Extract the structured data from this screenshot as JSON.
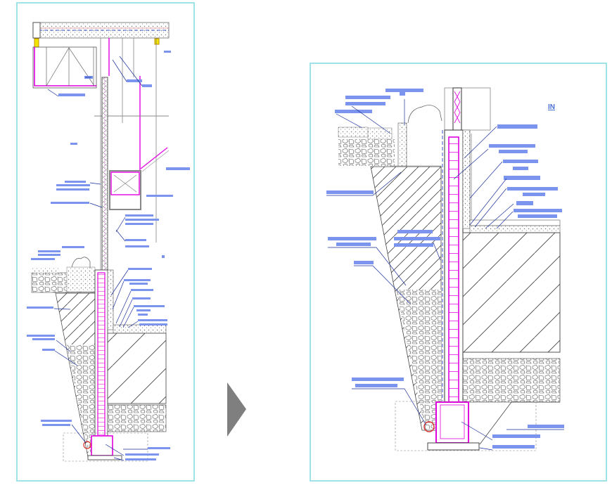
{
  "figure": {
    "type": "architectural wall section detail (before / after)",
    "colors": {
      "panel_border": "#9fe3e6",
      "rebar": "#e000e0",
      "leader": "#1a2f9c",
      "label_block": "#7b95ee",
      "linework": "#555555",
      "arrow": "#7f7f7f",
      "callout_circle": "#d9302c",
      "yellow_bracket": "#f2e600"
    },
    "left_panel": {
      "name": "full wall section",
      "labels_count": 38,
      "labels_legible": false
    },
    "arrow": {
      "direction": "right",
      "icon": "triangle-right"
    },
    "right_panel": {
      "name": "enlarged foundation detail",
      "side_label": "IN",
      "labels_count": 20,
      "labels_legible": false
    }
  }
}
